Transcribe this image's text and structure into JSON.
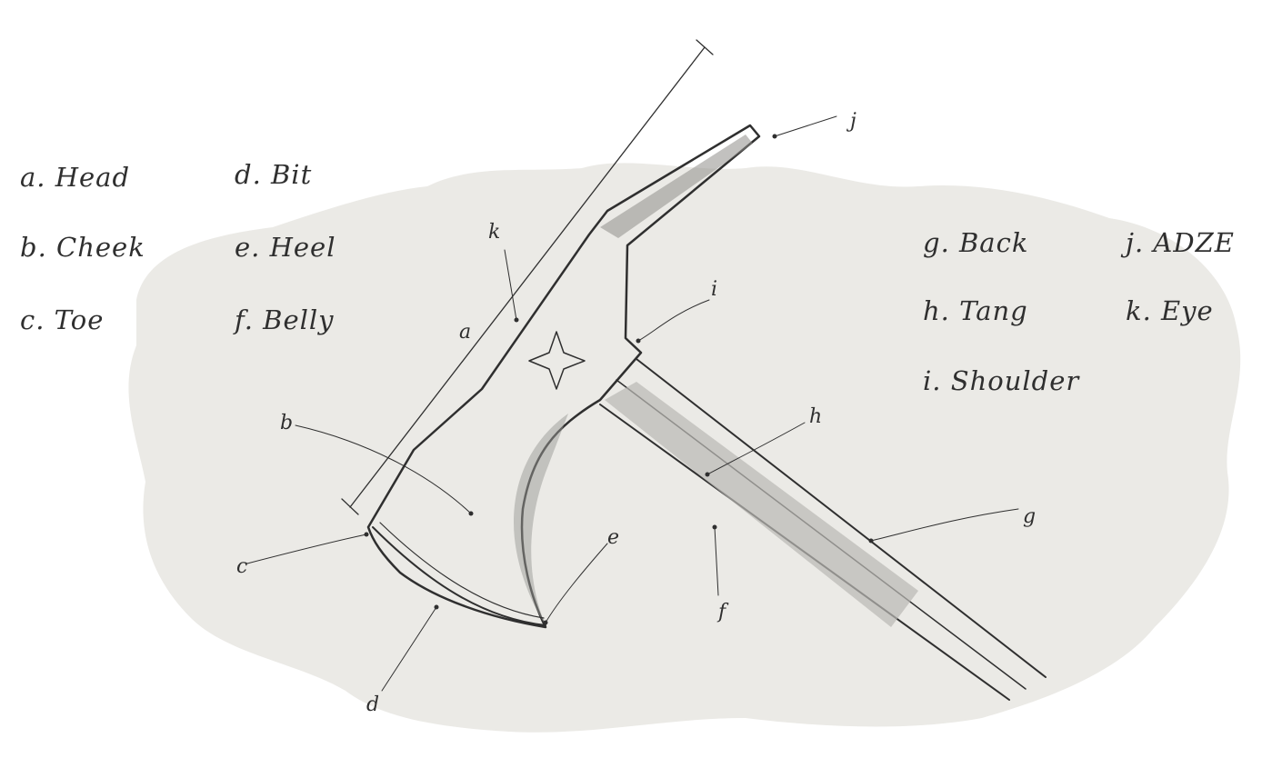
{
  "legend": {
    "head": "a. Head",
    "cheek": "b. Cheek",
    "toe": "c. Toe",
    "bit": "d. Bit",
    "heel": "e. Heel",
    "belly": "f. Belly",
    "back": "g. Back",
    "tang": "h. Tang",
    "shoulder": "i. Shoulder",
    "adze": "j. ADZE",
    "eye": "k. Eye"
  },
  "callouts": {
    "a": "a",
    "b": "b",
    "c": "c",
    "d": "d",
    "e": "e",
    "f": "f",
    "g": "g",
    "h": "h",
    "i": "i",
    "j": "j",
    "k": "k"
  },
  "colors": {
    "ink": "#2f2f2f",
    "wash": "#ebeae6",
    "background": "#ffffff"
  }
}
